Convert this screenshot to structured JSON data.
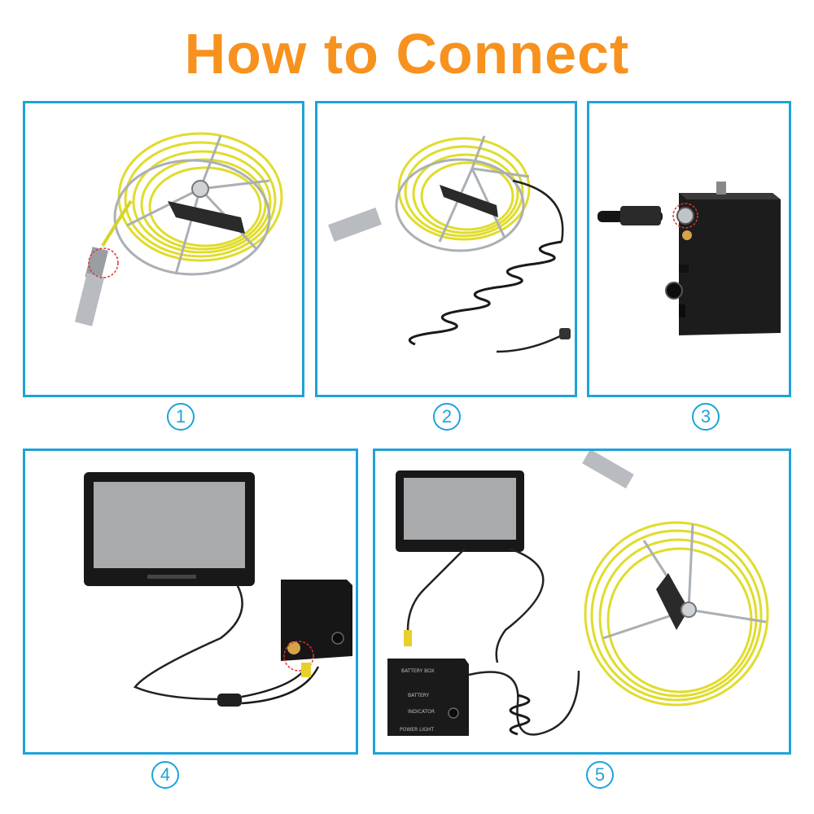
{
  "title": "How to Connect",
  "colors": {
    "title": "#f7921e",
    "frame": "#1ea3d8",
    "cable": "#e4e436",
    "cable_dark": "#c8c21c"
  },
  "steps": [
    {
      "label": "1",
      "icon": "camera-reel-icon"
    },
    {
      "label": "2",
      "icon": "reel-spiral-cable-icon"
    },
    {
      "label": "3",
      "icon": "battery-box-icon"
    },
    {
      "label": "4",
      "icon": "monitor-connection-icon"
    },
    {
      "label": "5",
      "icon": "full-system-icon"
    }
  ],
  "battery_box": {
    "title": "BATTERY BOX",
    "battery": "BATTERY",
    "indicator": "INDICATOR",
    "power_light": "POWER LIGHT"
  }
}
